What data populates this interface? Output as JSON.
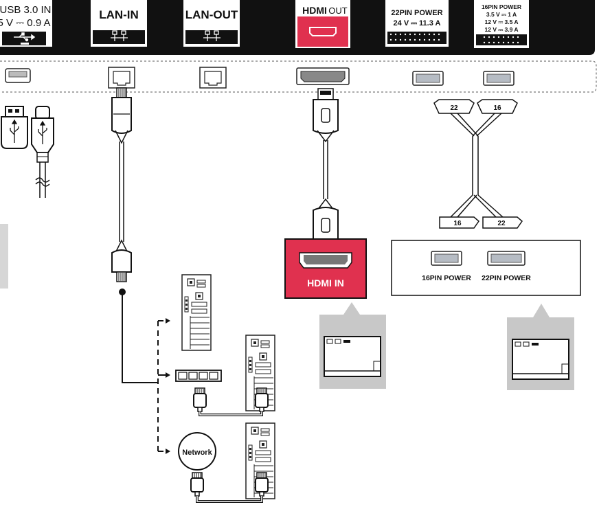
{
  "ports": {
    "usb": {
      "line1": "USB 3.0 IN",
      "line2": "5 V ⎓ 0.9 A"
    },
    "lan_in": {
      "label": "LAN-IN"
    },
    "lan_out": {
      "label": "LAN-OUT"
    },
    "hdmi_out": {
      "logo": "HDMI",
      "suffix": "OUT"
    },
    "pin22": {
      "line1": "22PIN POWER",
      "line2": "24 V ⎓ 11.3 A"
    },
    "pin16": {
      "line1": "16PIN POWER",
      "line2": "3.5 V ⎓ 1 A",
      "line3": "12 V ⎓ 3.5 A",
      "line4": "12 V ⎓ 3.9 A"
    }
  },
  "cable": {
    "end_top_left": "22",
    "end_top_right": "16",
    "end_bottom_left": "16",
    "end_bottom_right": "22"
  },
  "panel": {
    "label_16": "16PIN POWER",
    "label_22": "22PIN POWER"
  },
  "hdmi_in": {
    "label": "HDMI IN"
  },
  "network": {
    "label": "Network"
  },
  "colors": {
    "black_bar": "#111111",
    "hdmi_red": "#e0314f",
    "gray": "#c8c8c8",
    "dashed": "#777777"
  },
  "icons": [
    "usb-icon",
    "lan-icon",
    "hdmi-port-icon",
    "pin-connector-icon",
    "computer-tower-icon",
    "network-switch-icon",
    "rj45-plug-icon"
  ]
}
